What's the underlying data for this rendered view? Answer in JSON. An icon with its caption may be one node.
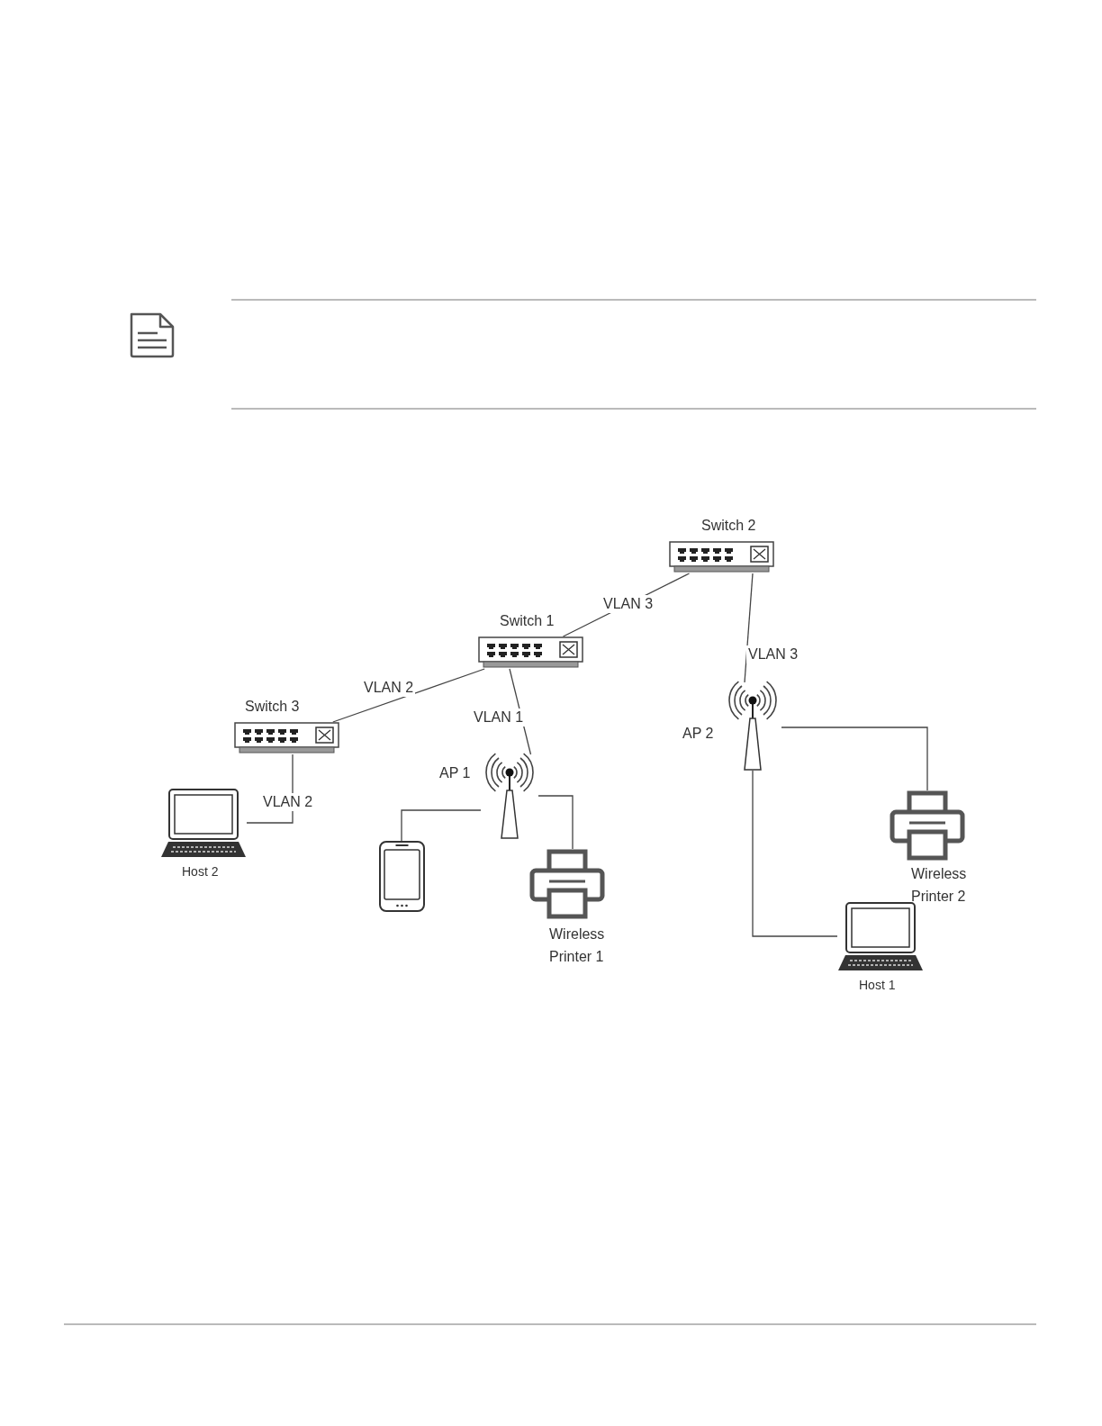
{
  "diagram": {
    "nodes": [
      {
        "text": [
          "Switch 2"
        ]
      },
      {
        "text": [
          "Switch 1"
        ]
      },
      {
        "text": [
          "Switch 3"
        ]
      },
      {
        "text": [
          "AP 2"
        ]
      },
      {
        "text": [
          "AP 1"
        ]
      },
      {
        "text": [
          "Host 2"
        ]
      },
      {
        "text": [
          "Wireless Printer 2"
        ]
      },
      {
        "text": [],
        "shape": "phone"
      },
      {
        "text": [
          "Wireless Printer 1"
        ]
      },
      {
        "text": [
          "Host 1"
        ]
      }
    ],
    "edges": [
      {
        "from": 1,
        "to": 0,
        "arrow": "none",
        "label": "VLAN 3"
      },
      {
        "from": 2,
        "to": 1,
        "arrow": "none",
        "label": "VLAN 2"
      },
      {
        "from": 1,
        "to": 4,
        "arrow": "none",
        "label": "VLAN 1"
      },
      {
        "from": 0,
        "to": 3,
        "arrow": "none",
        "label": "VLAN 3"
      },
      {
        "from": 2,
        "to": 5,
        "arrow": "none",
        "label": "VLAN 2"
      },
      {
        "from": 4,
        "to": 7,
        "arrow": "none"
      },
      {
        "from": 4,
        "to": 8,
        "arrow": "none"
      },
      {
        "from": 3,
        "to": 6,
        "arrow": "none"
      },
      {
        "from": 3,
        "to": 9,
        "arrow": "none"
      }
    ]
  }
}
